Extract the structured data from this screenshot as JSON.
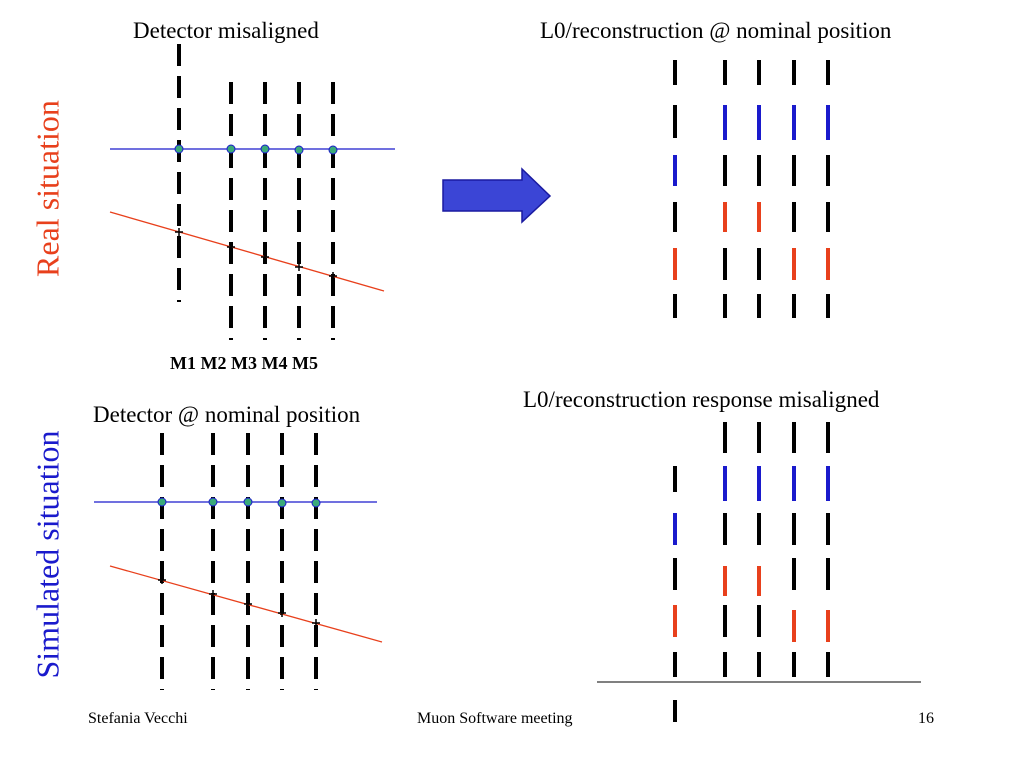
{
  "titles": {
    "detector_misaligned": "Detector misaligned",
    "l0_nominal": "L0/reconstruction @ nominal position",
    "detector_nominal": "Detector @ nominal position",
    "l0_response": "L0/reconstruction response misaligned"
  },
  "side_labels": {
    "real": "Real situation",
    "simulated": "Simulated situation"
  },
  "module_labels": "M1 M2 M3 M4 M5",
  "footer": {
    "author": "Stefania Vecchi",
    "meeting": "Muon Software meeting",
    "page": "16"
  },
  "colors": {
    "real_label": "#e8401c",
    "simulated_label": "#1a1acc",
    "blue_track": "#1a1acc",
    "red_track": "#e8401c",
    "arrow_fill": "#3b45d6",
    "hit_marker": "#3aaa7a"
  }
}
